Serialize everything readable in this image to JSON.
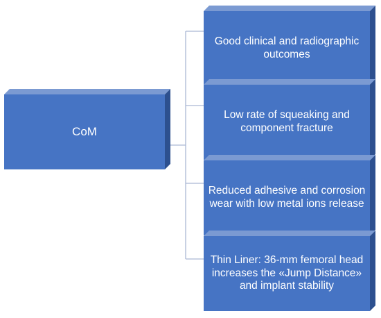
{
  "diagram": {
    "root": {
      "label": "CoM"
    },
    "children": [
      {
        "label": "Good clinical and radiographic outcomes"
      },
      {
        "label": "Low rate of squeaking and component fracture"
      },
      {
        "label": "Reduced adhesive and corrosion wear with low metal ions release"
      },
      {
        "label": "Thin Liner: 36-mm femoral head increases the «Jump Distance» and implant stability"
      }
    ],
    "colors": {
      "block_fill": "#4674c4",
      "block_top": "#7b9ad2",
      "block_side": "#2d508f",
      "connector": "#aab8d4",
      "text": "#ffffff"
    }
  }
}
